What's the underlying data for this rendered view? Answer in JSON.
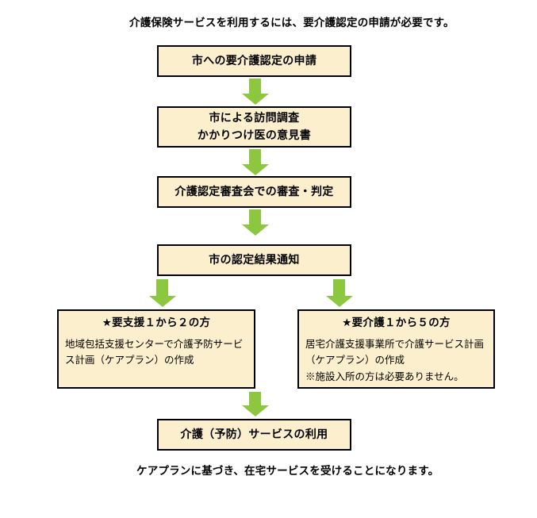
{
  "page": {
    "title_top": "介護保険サービスを利用するには、要介護認定の申請が必要です。",
    "title_bottom": "ケアプランに基づき、在宅サービスを受けることになります。"
  },
  "theme": {
    "box_fill": "#FCEFCD",
    "box_border": "#000000",
    "arrow_green": "#8DC63F",
    "background": "#FFFFFF",
    "text": "#000000"
  },
  "flow": {
    "steps": [
      {
        "id": "apply",
        "lines": [
          "市への要介護認定の申請"
        ]
      },
      {
        "id": "survey",
        "lines": [
          "市による訪問調査",
          "かかりつけ医の意見書"
        ]
      },
      {
        "id": "review",
        "lines": [
          "介護認定審査会での審査・判定"
        ]
      },
      {
        "id": "notice",
        "lines": [
          "市の認定結果通知"
        ]
      }
    ],
    "branches": [
      {
        "id": "support",
        "title": "★要支援１から２の方",
        "body": "地域包括支援センターで介護予防サービス計画（ケアプラン）の作成"
      },
      {
        "id": "care",
        "title": "★要介護１から５の方",
        "body": "居宅介護支援事業所で介護サービス計画（ケアプラン）の作成\n※施設入所の方は必要ありません。"
      }
    ],
    "final": {
      "id": "use",
      "lines": [
        "介護（予防）サービスの利用"
      ]
    },
    "arrows": [
      {
        "id": "arrow-1",
        "from": "apply",
        "to": "survey"
      },
      {
        "id": "arrow-2",
        "from": "survey",
        "to": "review"
      },
      {
        "id": "arrow-3",
        "from": "review",
        "to": "notice"
      },
      {
        "id": "arrow-4",
        "from": "notice",
        "to": "support"
      },
      {
        "id": "arrow-5",
        "from": "notice",
        "to": "care"
      },
      {
        "id": "arrow-6",
        "from": "support",
        "to": "use"
      }
    ]
  }
}
